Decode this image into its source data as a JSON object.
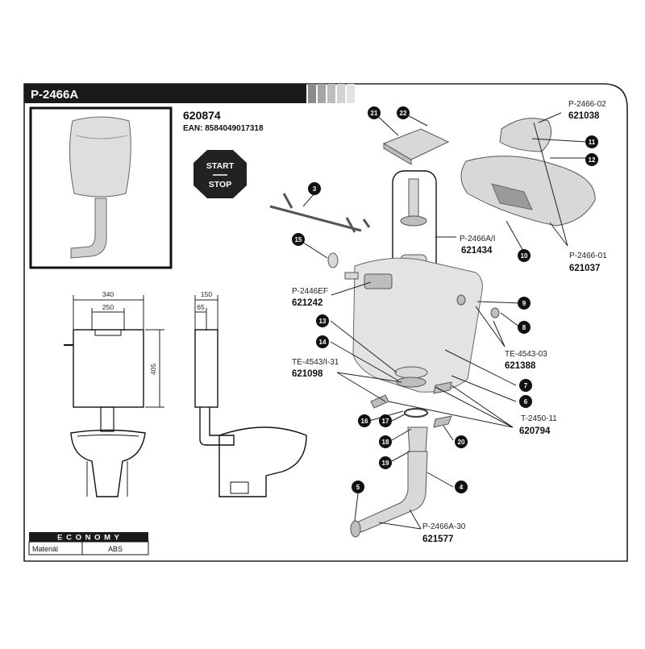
{
  "header": {
    "model": "P-2466A"
  },
  "product": {
    "code": "620874",
    "ean": "EAN: 8584049017318"
  },
  "start_stop": {
    "line1": "START",
    "line2": "STOP"
  },
  "dimensions": {
    "front_width": "340",
    "front_inner": "250",
    "front_height": "405",
    "side_depth": "150",
    "side_inner": "65"
  },
  "footer": {
    "series": "E C O N O M Y",
    "material_label": "Materiál",
    "material_value": "ABS"
  },
  "callouts": [
    {
      "num": "21"
    },
    {
      "num": "22"
    },
    {
      "num": "3"
    },
    {
      "num": "15"
    },
    {
      "num": "11"
    },
    {
      "num": "12"
    },
    {
      "num": "10"
    },
    {
      "num": "9"
    },
    {
      "num": "8"
    },
    {
      "num": "13"
    },
    {
      "num": "14"
    },
    {
      "num": "7"
    },
    {
      "num": "6"
    },
    {
      "num": "16"
    },
    {
      "num": "17"
    },
    {
      "num": "18"
    },
    {
      "num": "19"
    },
    {
      "num": "20"
    },
    {
      "num": "5"
    },
    {
      "num": "4"
    }
  ],
  "part_labels": [
    {
      "ref": "P-2466-02",
      "code": "621038"
    },
    {
      "ref": "P-2466A/I",
      "code": "621434"
    },
    {
      "ref": "P-2466-01",
      "code": "621037"
    },
    {
      "ref": "P-2446EF",
      "code": "621242"
    },
    {
      "ref": "TE-4543-03",
      "code": "621388"
    },
    {
      "ref": "TE-4543/I-31",
      "code": "621098"
    },
    {
      "ref": "T-2450-11",
      "code": "620794"
    },
    {
      "ref": "P-2466A-30",
      "code": "621577"
    }
  ]
}
